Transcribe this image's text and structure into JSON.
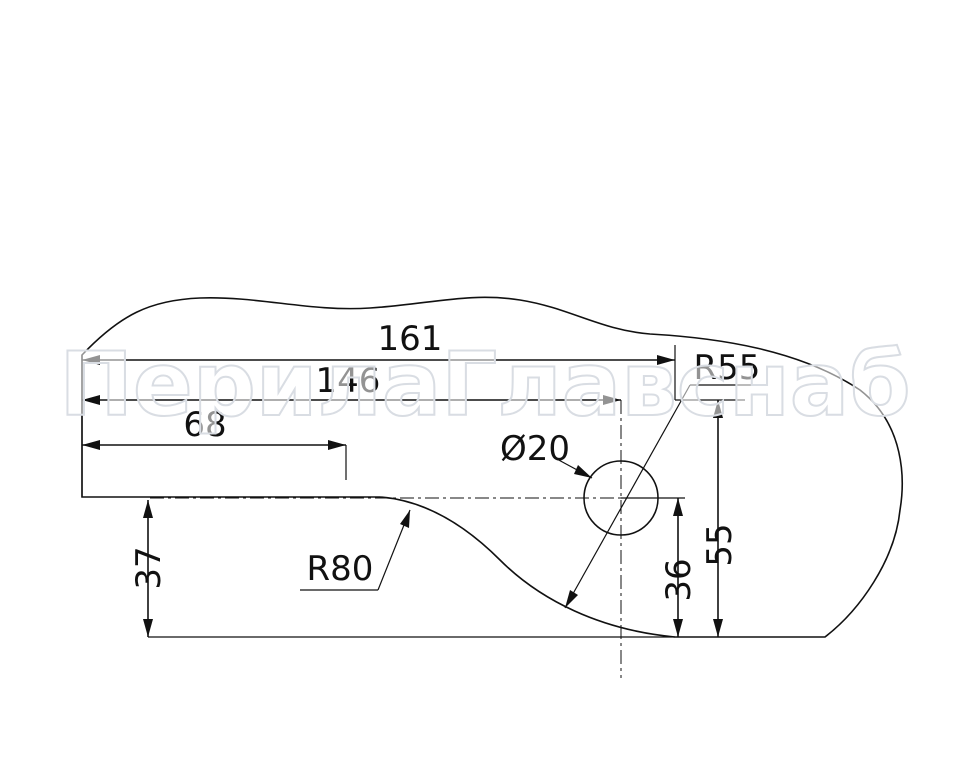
{
  "dimensions": {
    "overall_length": "161",
    "hole_center_length": "146",
    "flat_length": "68",
    "hole_diameter": "Ø20",
    "outer_radius": "R55",
    "lower_radius": "R80",
    "height_37": "37",
    "height_36": "36",
    "height_55": "55"
  },
  "watermark": "ПерилаГлавснаб",
  "colors": {
    "glass_top": "#c9d6e6",
    "glass_bottom": "#f2f5f9",
    "line": "#111111"
  }
}
